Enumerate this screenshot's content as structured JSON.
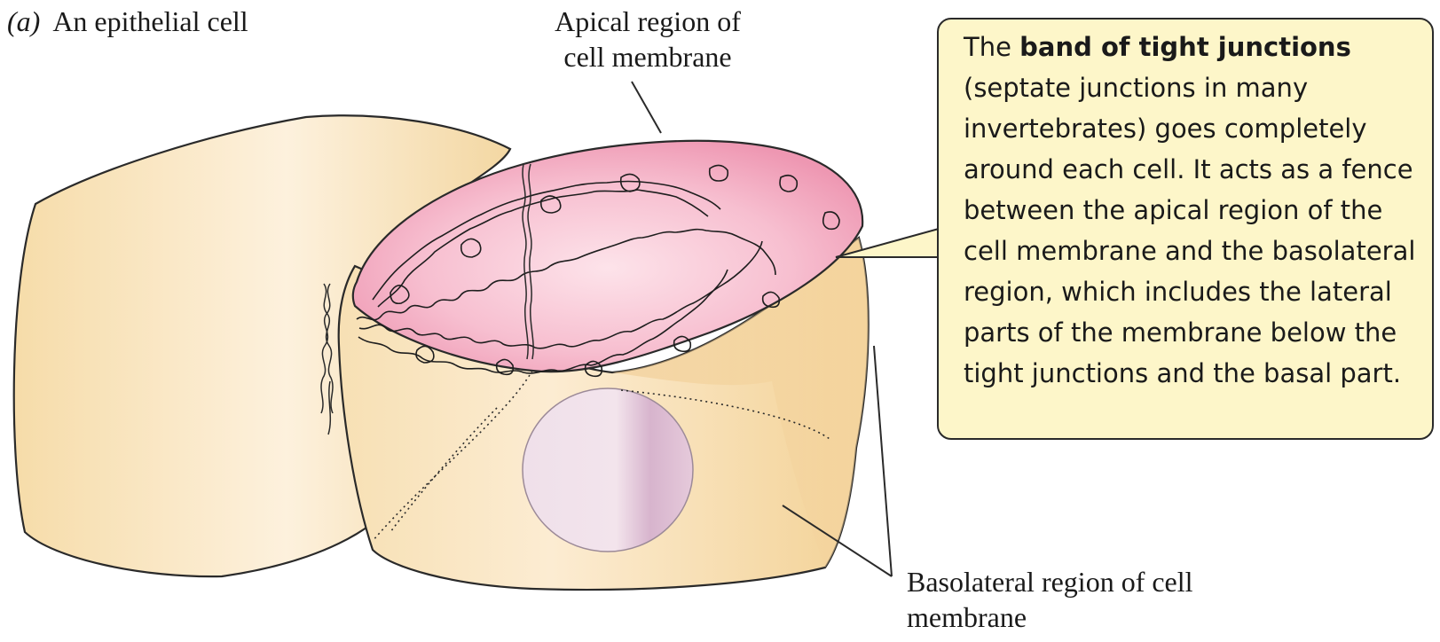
{
  "figure": {
    "panel_letter": "(a)",
    "panel_title": "An epithelial cell"
  },
  "labels": {
    "apical_line1": "Apical region of",
    "apical_line2": "cell membrane",
    "basolateral_line1": "Basolateral region of cell",
    "basolateral_line2": "membrane"
  },
  "callout": {
    "intro": "The",
    "bold": "band of tight junctions",
    "body": "(septate junctions in many invertebrates) goes completely around each cell. It acts as a fence between the apical region of the cell membrane and the basolateral region, which includes the lateral parts of the membrane below the tight junctions and the basal part."
  },
  "colors": {
    "cell_tan": "#f5d9a4",
    "cell_light": "#fbead0",
    "apical_pink": "#f4a8c0",
    "callout_fill": "#fdf6c9",
    "nucleus": "#d9bdd4",
    "outline": "#2a2a2a"
  }
}
